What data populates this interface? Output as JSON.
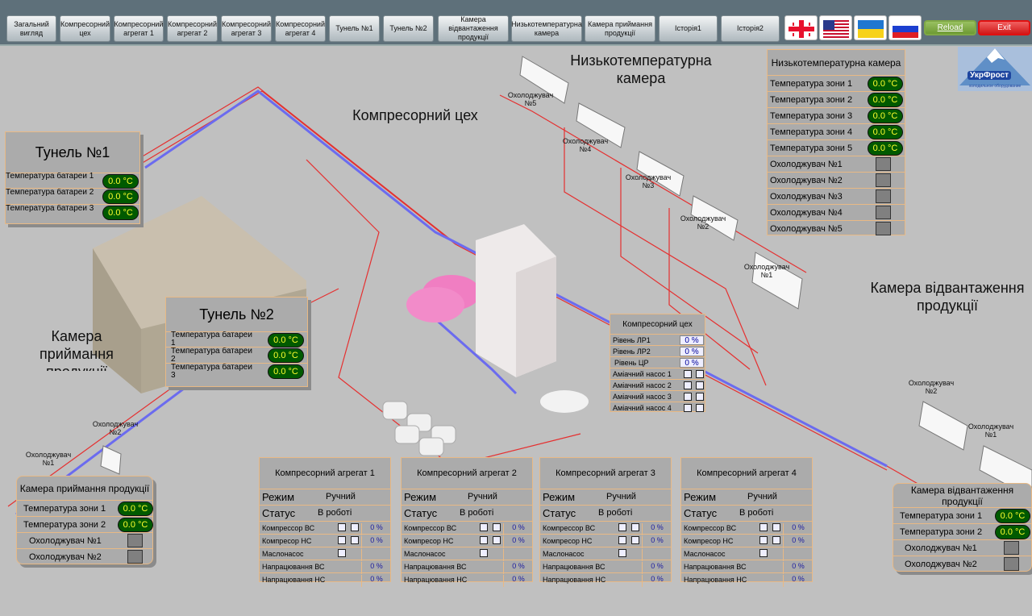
{
  "nav": {
    "buttons": [
      {
        "label": "Загальний вигляд"
      },
      {
        "label": "Компресорний цех"
      },
      {
        "label": "Компресорний агрегат 1"
      },
      {
        "label": "Компресорний агрегат 2"
      },
      {
        "label": "Компресорний агрегат 3"
      },
      {
        "label": "Компресорний агрегат 4"
      },
      {
        "label": "Тунель №1"
      },
      {
        "label": "Тунель №2"
      },
      {
        "label": "Камера відвантаження продукції"
      },
      {
        "label": "Низькотемпературна камера"
      },
      {
        "label": "Камера приймання продукції"
      },
      {
        "label": "Історія1"
      },
      {
        "label": "Історія2"
      }
    ],
    "languages": [
      {
        "icon": "flag-georgia-icon"
      },
      {
        "icon": "flag-usa-icon"
      },
      {
        "icon": "flag-ukraine-icon"
      },
      {
        "icon": "flag-russia-icon"
      }
    ],
    "reload_label": "Reload",
    "exit_label": "Exit"
  },
  "logo": {
    "brand": "УкрФрост",
    "tagline": "холодильное оборудование"
  },
  "scene_labels": {
    "low_temp_chamber": "Низькотемпературна камера",
    "compressor_shop": "Компресорний цех",
    "receiving_chamber": "Камера приймання продукції",
    "shipping_chamber": "Камера відвантаження продукції",
    "coolers": [
      "Охолоджувач №5",
      "Охолоджувач №4",
      "Охолоджувач №3",
      "Охолоджувач №2",
      "Охолоджувач №1"
    ],
    "receiving_coolers": [
      "Охолоджувач №2",
      "Охолоджувач №1"
    ],
    "shipping_coolers": [
      "Охолоджувач №2",
      "Охолоджувач №1"
    ]
  },
  "tunnel1": {
    "title": "Тунель №1",
    "rows": [
      {
        "label": "Температура батареи 1",
        "value": "0.0 °C"
      },
      {
        "label": "Температура батареи 2",
        "value": "0.0 °C"
      },
      {
        "label": "Температура батареи 3",
        "value": "0.0 °C"
      }
    ]
  },
  "tunnel2": {
    "title": "Тунель №2",
    "rows": [
      {
        "label": "Температура батареи 1",
        "value": "0.0 °C"
      },
      {
        "label": "Температура батареи 2",
        "value": "0.0 °C"
      },
      {
        "label": "Температура батареи 3",
        "value": "0.0 °C"
      }
    ]
  },
  "low_temp_panel": {
    "title": "Низькотемпературна камера",
    "temps": [
      {
        "label": "Температура зони 1",
        "value": "0.0 °C"
      },
      {
        "label": "Температура зони 2",
        "value": "0.0 °C"
      },
      {
        "label": "Температура зони 3",
        "value": "0.0 °C"
      },
      {
        "label": "Температура зони 4",
        "value": "0.0 °C"
      },
      {
        "label": "Температура зони 5",
        "value": "0.0 °C"
      }
    ],
    "coolers": [
      {
        "label": "Охолоджувач №1"
      },
      {
        "label": "Охолоджувач №2"
      },
      {
        "label": "Охолоджувач №3"
      },
      {
        "label": "Охолоджувач №4"
      },
      {
        "label": "Охолоджувач №5"
      }
    ]
  },
  "compressor_shop_panel": {
    "title": "Компресорний цех",
    "levels": [
      {
        "label": "Рівень ЛР1",
        "value": "0 %"
      },
      {
        "label": "Рівень ЛР2",
        "value": "0 %"
      },
      {
        "label": "Рівень ЦР",
        "value": "0 %"
      }
    ],
    "pumps": [
      {
        "label": "Аміачний насос 1"
      },
      {
        "label": "Аміачний насос 2"
      },
      {
        "label": "Аміачний насос 3"
      },
      {
        "label": "Аміачний насос 4"
      }
    ]
  },
  "receiving_panel": {
    "title": "Камера приймання продукції",
    "temps": [
      {
        "label": "Температура зони 1",
        "value": "0.0 °C"
      },
      {
        "label": "Температура зони 2",
        "value": "0.0 °C"
      }
    ],
    "coolers": [
      {
        "label": "Охолоджувач №1"
      },
      {
        "label": "Охолоджувач №2"
      }
    ]
  },
  "shipping_panel": {
    "title": "Камера відвантаження продукції",
    "temps": [
      {
        "label": "Температура зони 1",
        "value": "0.0 °C"
      },
      {
        "label": "Температура зони 2",
        "value": "0.0 °C"
      }
    ],
    "coolers": [
      {
        "label": "Охолоджувач №1"
      },
      {
        "label": "Охолоджувач №2"
      }
    ]
  },
  "aggregates": [
    {
      "title": "Компресорний агрегат 1",
      "mode_label": "Режим",
      "mode": "Ручний",
      "status_label": "Статус",
      "status": "В роботі",
      "comp_hp": "Компрессор ВС",
      "comp_hp_pct": "0 %",
      "comp_lp": "Компресор НС",
      "comp_lp_pct": "0 %",
      "oil_pump": "Маслонасос",
      "runtime_hp": "Напрацювання ВС",
      "runtime_hp_val": "0 %",
      "runtime_lp": "Напрацювання  НС",
      "runtime_lp_val": "0 %"
    },
    {
      "title": "Компресорний агрегат 2",
      "mode_label": "Режим",
      "mode": "Ручний",
      "status_label": "Статус",
      "status": "В роботі",
      "comp_hp": "Компрессор ВС",
      "comp_hp_pct": "0 %",
      "comp_lp": "Компресор НС",
      "comp_lp_pct": "0 %",
      "oil_pump": "Маслонасос",
      "runtime_hp": "Напрацювання ВС",
      "runtime_hp_val": "0 %",
      "runtime_lp": "Напрацювання  НС",
      "runtime_lp_val": "0 %"
    },
    {
      "title": "Компресорний агрегат 3",
      "mode_label": "Режим",
      "mode": "Ручний",
      "status_label": "Статус",
      "status": "В роботі",
      "comp_hp": "Компрессор ВС",
      "comp_hp_pct": "0 %",
      "comp_lp": "Компресор НС",
      "comp_lp_pct": "0 %",
      "oil_pump": "Маслонасос",
      "runtime_hp": "Напрацювання ВС",
      "runtime_hp_val": "0 %",
      "runtime_lp": "Напрацювання  НС",
      "runtime_lp_val": "0 %"
    },
    {
      "title": "Компресорний агрегат 4",
      "mode_label": "Режим",
      "mode": "Ручний",
      "status_label": "Статус",
      "status": "В роботі",
      "comp_hp": "Компрессор ВС",
      "comp_hp_pct": "0 %",
      "comp_lp": "Компресор НС",
      "comp_lp_pct": "0 %",
      "oil_pump": "Маслонасос",
      "runtime_hp": "Напрацювання ВС",
      "runtime_hp_val": "0 %",
      "runtime_lp": "Напрацювання  НС",
      "runtime_lp_val": "0 %"
    }
  ]
}
